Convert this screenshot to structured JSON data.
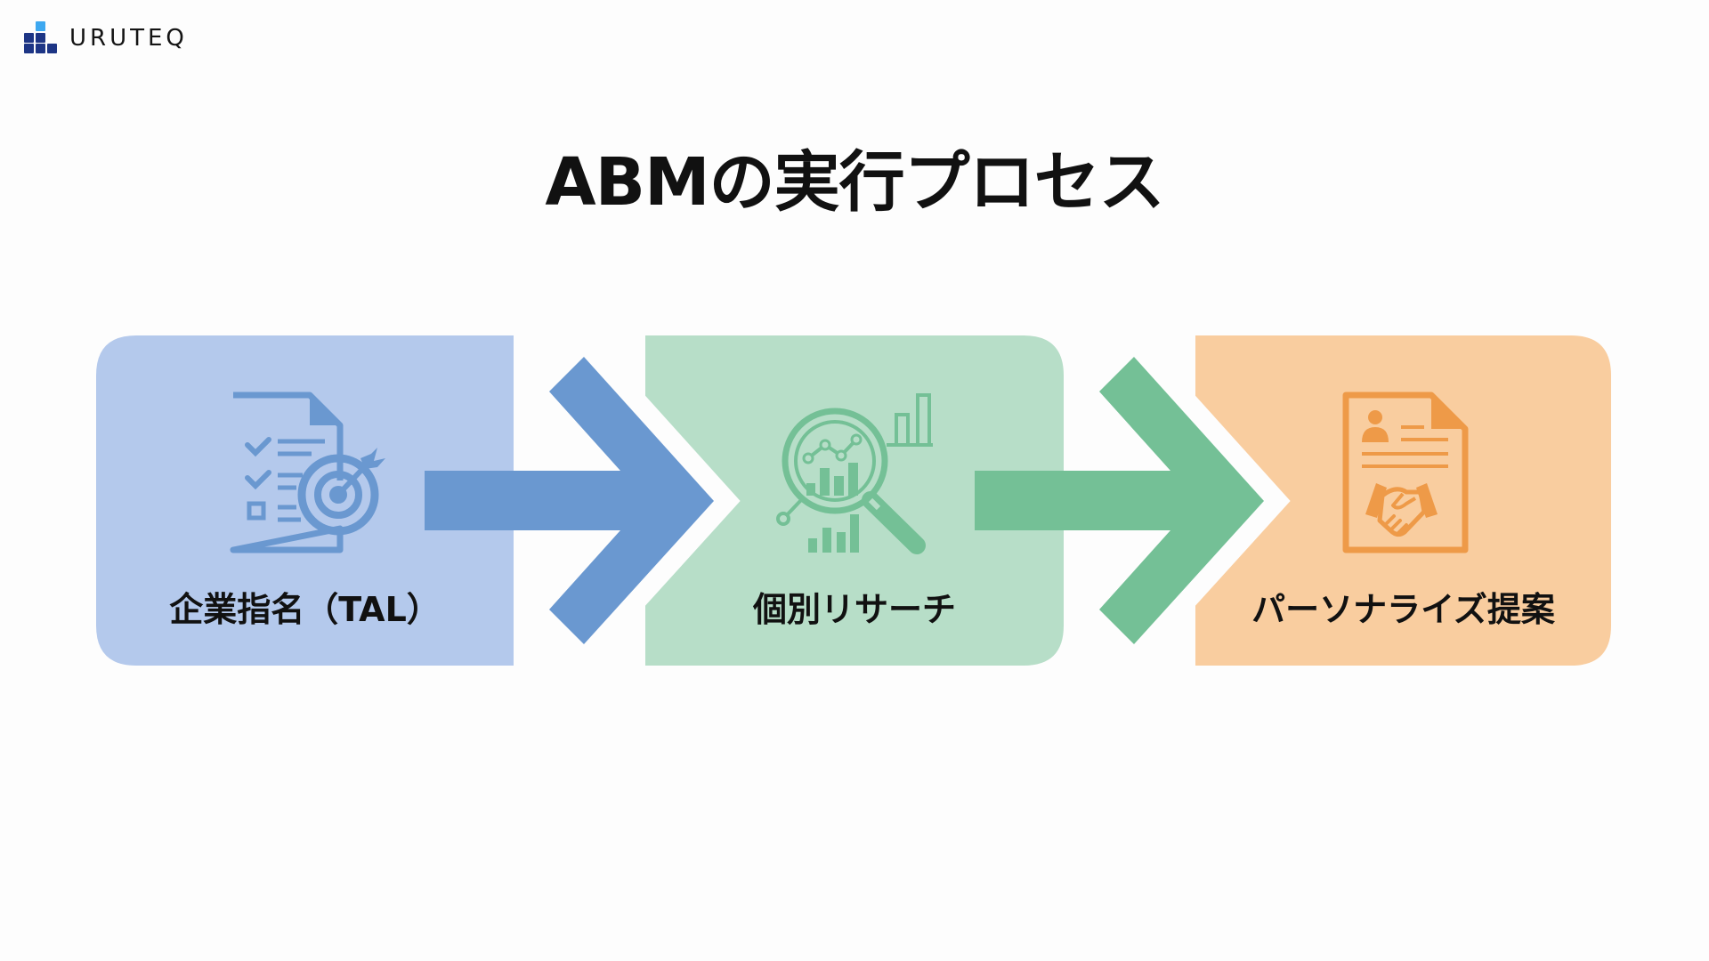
{
  "brand": {
    "name": "URUTEQ",
    "colors": {
      "primary": "#1d3585",
      "accent": "#3da8f0"
    }
  },
  "title": "ABMの実行プロセス",
  "steps": [
    {
      "label": "企業指名（TAL）",
      "icon": "checklist-target-icon",
      "box_color": "#b4c9ec",
      "accent_color": "#6a98d0"
    },
    {
      "label": "個別リサーチ",
      "icon": "magnifier-chart-icon",
      "box_color": "#b7dec8",
      "accent_color": "#74c096"
    },
    {
      "label": "パーソナライズ提案",
      "icon": "handshake-document-icon",
      "box_color": "#f9cd9f",
      "accent_color": "#ee9a48"
    }
  ],
  "connectors": [
    {
      "from": 0,
      "to": 1,
      "icon": "arrow-right-icon",
      "color": "#6a98d0"
    },
    {
      "from": 1,
      "to": 2,
      "icon": "arrow-right-icon",
      "color": "#74c096"
    }
  ]
}
